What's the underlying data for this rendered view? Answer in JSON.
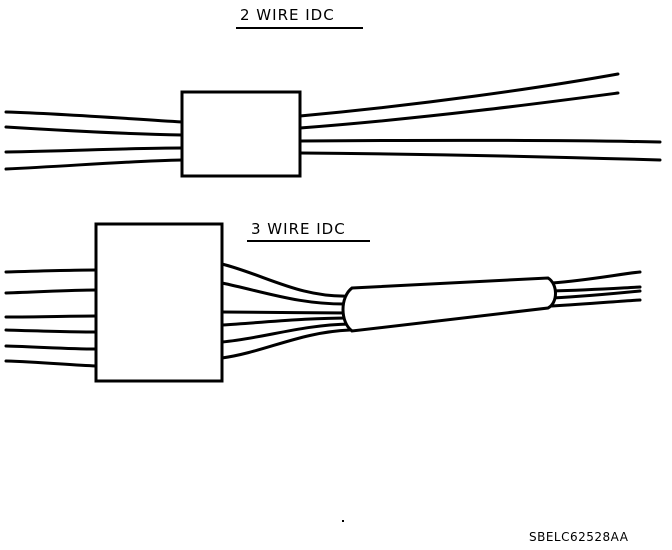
{
  "labels": {
    "two_wire": "2 WIRE IDC",
    "three_wire": "3 WIRE IDC",
    "figure_ref": "SBELC62528AA"
  },
  "colors": {
    "ink": "#000000",
    "paper": "#ffffff"
  }
}
